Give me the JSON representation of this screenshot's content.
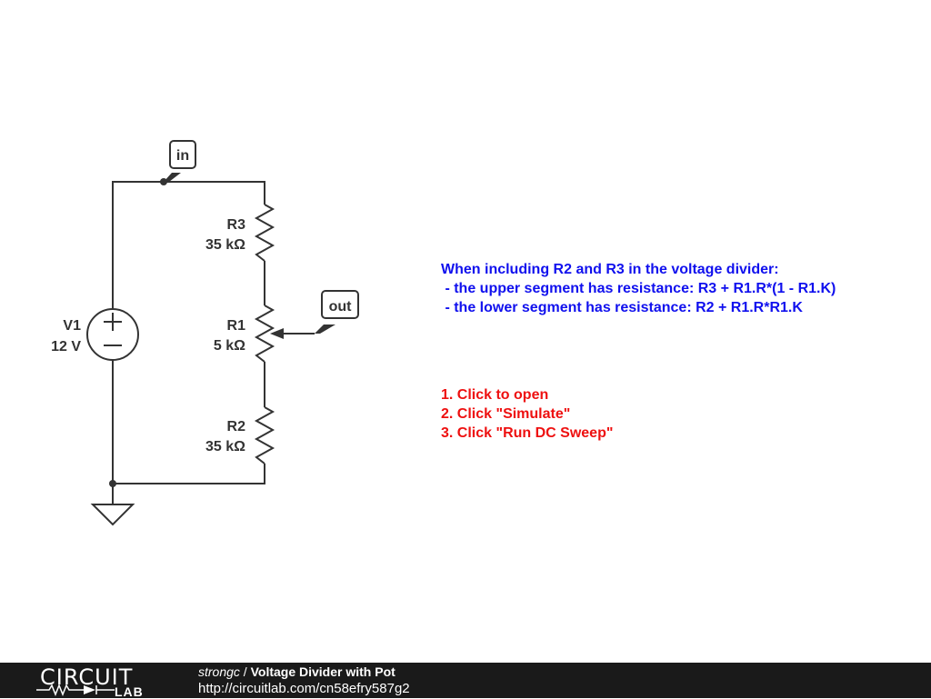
{
  "circuit": {
    "v1": {
      "name": "V1",
      "value": "12 V"
    },
    "r3": {
      "name": "R3",
      "value": "35 kΩ"
    },
    "r1": {
      "name": "R1",
      "value": "5 kΩ"
    },
    "r2": {
      "name": "R2",
      "value": "35 kΩ"
    },
    "in_label": "in",
    "out_label": "out"
  },
  "notes": {
    "blue": "When including R2 and R3 in the voltage divider:\n - the upper segment has resistance: R3 + R1.R*(1 - R1.K)\n - the lower segment has resistance: R2 + R1.R*R1.K",
    "red": "1. Click to open\n2. Click \"Simulate\"\n3. Click \"Run DC Sweep\"",
    "blue_color": "#1010ee",
    "red_color": "#ee1010"
  },
  "footer": {
    "logo_top": "CIRCUIT",
    "logo_bottom": "LAB",
    "author": "strongc",
    "separator": " / ",
    "title": "Voltage Divider with Pot",
    "url": "http://circuitlab.com/cn58efry587g2"
  }
}
